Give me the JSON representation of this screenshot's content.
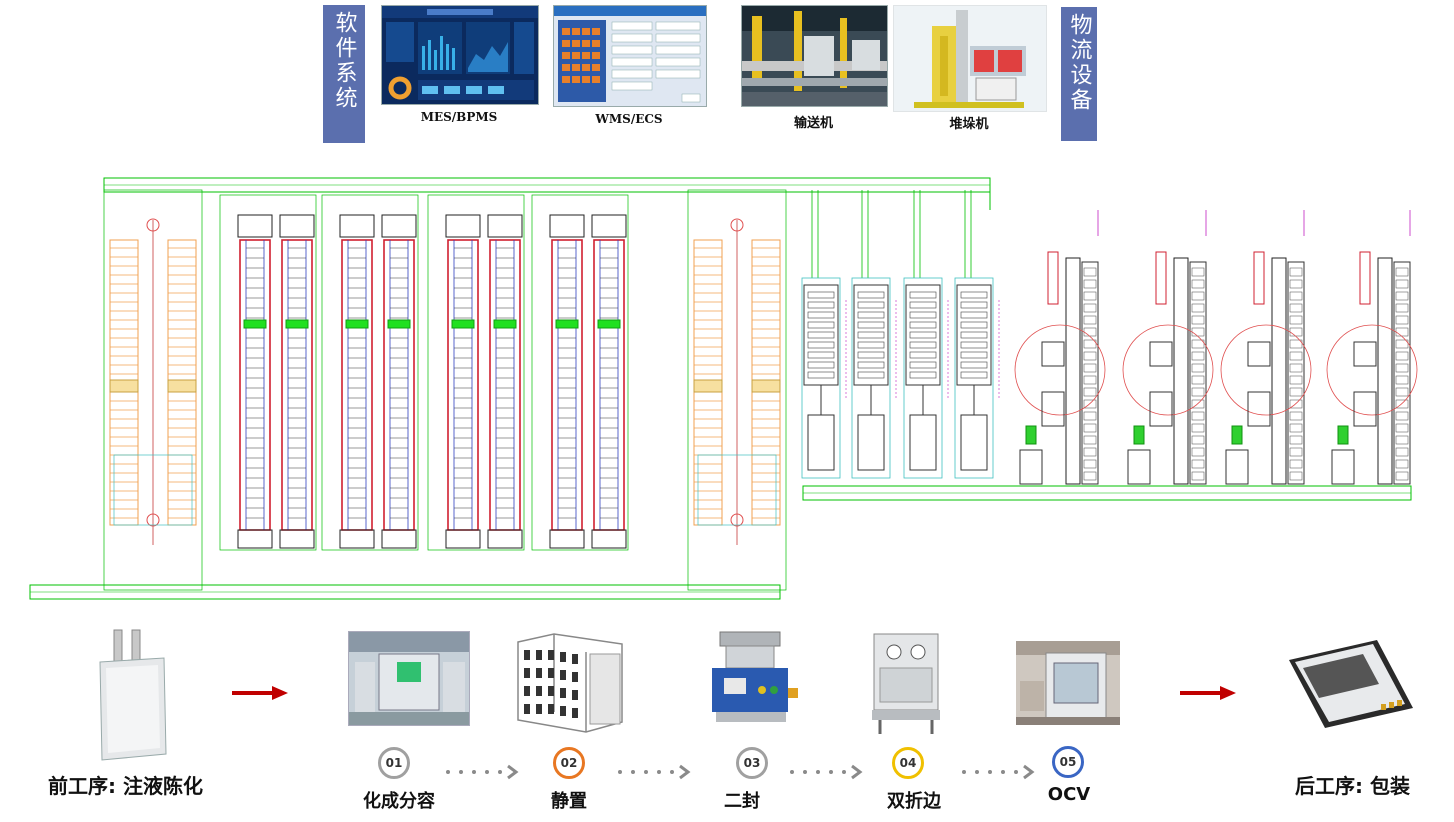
{
  "header": {
    "software_label": "软件系统",
    "logistics_label": "物流设备",
    "thumbnails": [
      {
        "caption": "MES/BPMS",
        "icon": "dashboard-screenshot"
      },
      {
        "caption": "WMS/ECS",
        "icon": "warehouse-software-screenshot"
      },
      {
        "caption": "输送机",
        "icon": "conveyor-photo"
      },
      {
        "caption": "堆垛机",
        "icon": "stacker-crane-photo"
      }
    ]
  },
  "colors": {
    "label_bg": "#5b6fae",
    "cad_green": "#00c000",
    "cad_orange": "#f0a050",
    "cad_red": "#d02030",
    "cad_magenta": "#c020c0",
    "arrow_red": "#c00000",
    "dots_gray": "#8a8a8a"
  },
  "process": {
    "pre_step": "前工序: 注液陈化",
    "post_step": "后工序: 包装",
    "steps": [
      {
        "num": "01",
        "label": "化成分容",
        "color": "#a0a0a0"
      },
      {
        "num": "02",
        "label": "静置",
        "color": "#e87722"
      },
      {
        "num": "03",
        "label": "二封",
        "color": "#a0a0a0"
      },
      {
        "num": "04",
        "label": "双折边",
        "color": "#f0c000"
      },
      {
        "num": "05",
        "label": "OCV",
        "color": "#3a66c4"
      }
    ]
  }
}
